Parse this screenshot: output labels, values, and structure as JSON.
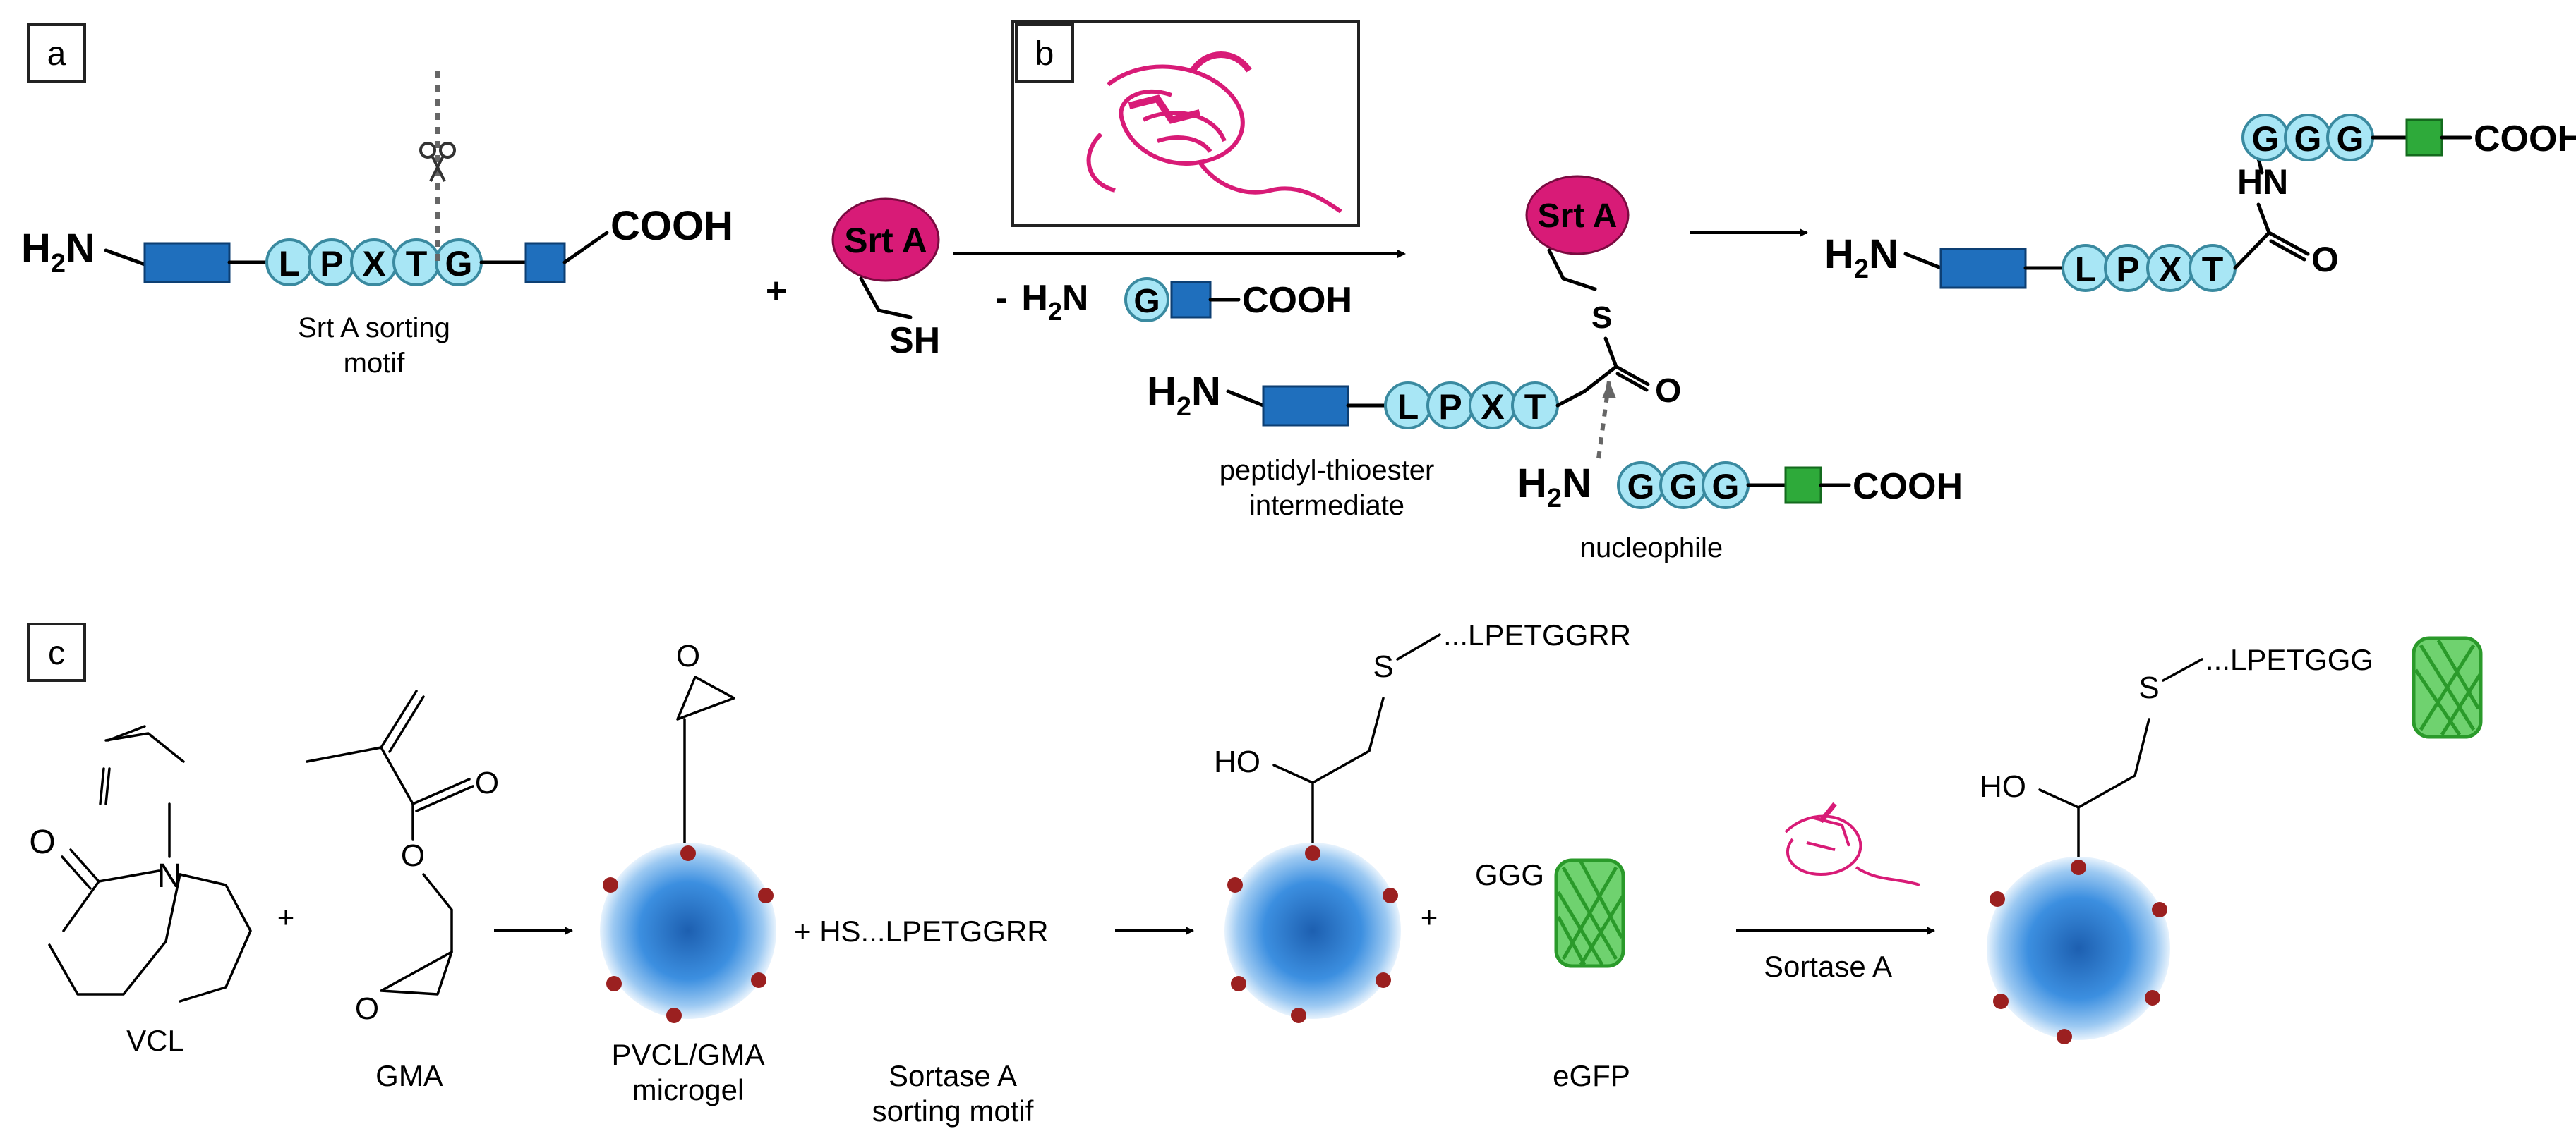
{
  "panels": {
    "a": "a",
    "b": "b",
    "c": "c"
  },
  "panel_a": {
    "h2n": "H",
    "sub2": "2",
    "n": "N",
    "cooh": "COOH",
    "residues": [
      "L",
      "P",
      "X",
      "T",
      "G"
    ],
    "motif_caption_line1": "Srt A sorting",
    "motif_caption_line2": "motif",
    "plus": "+",
    "srt_label": "Srt A",
    "sh": "SH",
    "minus_product_prefix": "-",
    "minus_residue": "G",
    "minus_cooh": "COOH",
    "intermediate_caption_line1": "peptidyl-thioester",
    "intermediate_caption_line2": "intermediate",
    "s_atom": "S",
    "o_atom": "O",
    "nucleophile_residues": [
      "G",
      "G",
      "G"
    ],
    "nucleophile_caption": "nucleophile",
    "hn": "HN",
    "product_top_residues": [
      "G",
      "G",
      "G"
    ],
    "product_residues": [
      "L",
      "P",
      "X",
      "T"
    ]
  },
  "panel_c": {
    "vcl_label": "VCL",
    "gma_label": "GMA",
    "plus": "+",
    "o_atom": "O",
    "n_atom": "N",
    "microgel_line1": "PVCL/GMA",
    "microgel_line2": "microgel",
    "peptide_reagent": "+ HS...LPETGGRR",
    "motif_line1": "Sortase A",
    "motif_line2": "sorting motif",
    "ho": "HO",
    "s_atom": "S",
    "peptide_attached": "...LPETGGRR",
    "ggg": "GGG",
    "egfp_label": "eGFP",
    "sortase_label": "Sortase A",
    "peptide_product": "...LPETGGG"
  },
  "colors": {
    "residue": "#a8e6f5",
    "blue_block": "#1f6fbd",
    "green_block": "#2eaa3a",
    "sortase": "#d81b77",
    "egfp": "#2a9a2a",
    "microgel": "#2f7fd0"
  }
}
